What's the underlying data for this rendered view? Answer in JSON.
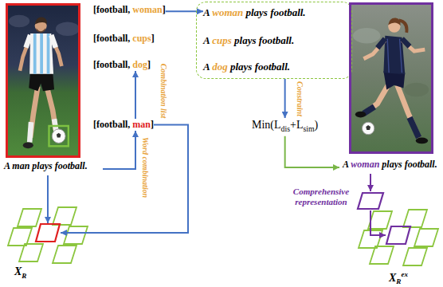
{
  "diagram": {
    "nodes": [
      {
        "text": [
          "A man plays football."
        ]
      },
      {
        "text": [
          "[football, woman]"
        ]
      },
      {
        "text": [
          "[football, cups]"
        ]
      },
      {
        "text": [
          "[football, dog]"
        ]
      },
      {
        "text": [
          "[football, man]"
        ]
      },
      {
        "text": []
      },
      {
        "text": [
          "A woman plays football."
        ],
        "in": 5
      },
      {
        "text": [
          "A cups plays football."
        ],
        "in": 5
      },
      {
        "text": [
          "A dog plays football."
        ],
        "in": 5
      },
      {
        "text": [
          "Min(Ldis+Lsim)"
        ]
      },
      {
        "text": [
          "A woman plays football."
        ]
      },
      {
        "text": [
          "Comprehensive representation"
        ]
      },
      {
        "text": [
          "XR"
        ]
      },
      {
        "text": [
          "XRex"
        ]
      }
    ],
    "edges": [
      {
        "from": 1,
        "to": 6,
        "arrow": "to"
      },
      {
        "from": 0,
        "to": 4,
        "label": "Word combination",
        "arrow": "to"
      },
      {
        "from": 4,
        "to": 3,
        "label": "Combination list",
        "arrow": "to"
      },
      {
        "from": 0,
        "to": 12,
        "arrow": "to"
      },
      {
        "from": 4,
        "to": 12,
        "arrow": "to"
      },
      {
        "from": 5,
        "to": 9,
        "label": "Constraint",
        "arrow": "to"
      },
      {
        "from": 9,
        "to": 10,
        "arrow": "to"
      },
      {
        "from": 10,
        "to": 11,
        "arrow": "to"
      },
      {
        "from": 11,
        "to": 13,
        "arrow": "to"
      }
    ]
  }
}
